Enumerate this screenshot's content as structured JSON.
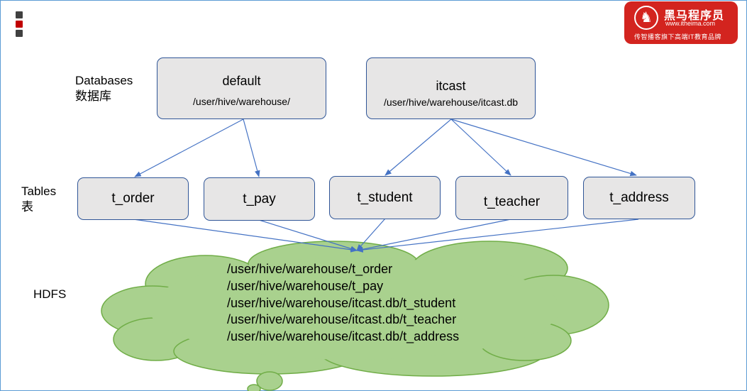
{
  "logo": {
    "brand": "黑马程序员",
    "url": "www.itheima.com",
    "slogan": "传智播客旗下高端IT教育品牌"
  },
  "colors": {
    "box_fill": "#e7e6e6",
    "box_border": "#2f5597",
    "arrow": "#4472c4",
    "cloud_fill": "#a9d18e",
    "cloud_border": "#70ad47",
    "logo_red": "#d3241f",
    "bullets": [
      "#404040",
      "#c00000",
      "#404040"
    ]
  },
  "labels": {
    "databases_en": "Databases",
    "databases_cn": "数据库",
    "tables_en": "Tables",
    "tables_cn": "表",
    "hdfs": "HDFS"
  },
  "databases": [
    {
      "name": "default",
      "path": "/user/hive/warehouse/"
    },
    {
      "name": "itcast",
      "path": "/user/hive/warehouse/itcast.db"
    }
  ],
  "tables": [
    "t_order",
    "t_pay",
    "t_student",
    "t_teacher",
    "t_address"
  ],
  "hdfs_paths": [
    "/user/hive/warehouse/t_order",
    "/user/hive/warehouse/t_pay",
    "/user/hive/warehouse/itcast.db/t_student",
    "/user/hive/warehouse/itcast.db/t_teacher",
    "/user/hive/warehouse/itcast.db/t_address"
  ],
  "edges": [
    {
      "from": "default",
      "to": "t_order"
    },
    {
      "from": "default",
      "to": "t_pay"
    },
    {
      "from": "itcast",
      "to": "t_student"
    },
    {
      "from": "itcast",
      "to": "t_teacher"
    },
    {
      "from": "itcast",
      "to": "t_address"
    },
    {
      "from": "t_order",
      "to": "hdfs"
    },
    {
      "from": "t_pay",
      "to": "hdfs"
    },
    {
      "from": "t_student",
      "to": "hdfs"
    },
    {
      "from": "t_teacher",
      "to": "hdfs"
    },
    {
      "from": "t_address",
      "to": "hdfs"
    }
  ]
}
